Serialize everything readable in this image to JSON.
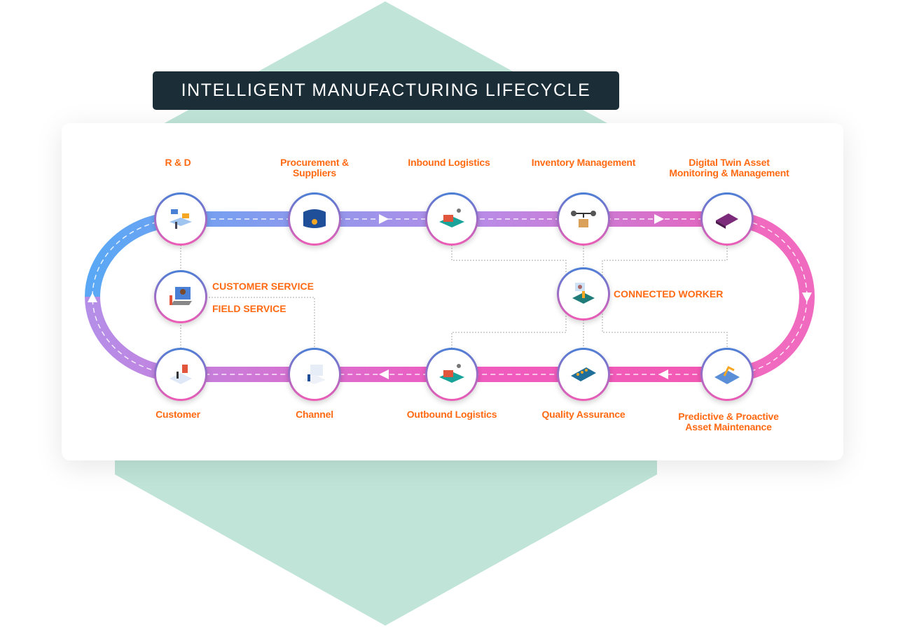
{
  "title": "INTELLIGENT MANUFACTURING LIFECYCLE",
  "colors": {
    "accent": "#ff6a13",
    "title_bg": "#1b2e38",
    "hexagon": "#c0e5d8",
    "track_start": "#5aa8f5",
    "track_mid": "#b98be6",
    "track_end": "#f458b0"
  },
  "nodes": {
    "rnd": {
      "label": "R & D",
      "icon": "research-icon"
    },
    "procurement": {
      "label_1": "Procurement &",
      "label_2": "Suppliers",
      "icon": "procurement-icon"
    },
    "inbound": {
      "label": "Inbound Logistics",
      "icon": "inbound-logistics-icon"
    },
    "inventory": {
      "label": "Inventory Management",
      "icon": "drone-inventory-icon"
    },
    "digital_twin": {
      "label_1": "Digital Twin Asset",
      "label_2": "Monitoring & Management",
      "icon": "digital-twin-icon"
    },
    "service": {
      "label_1": "CUSTOMER SERVICE",
      "label_2": "FIELD SERVICE",
      "icon": "customer-service-icon"
    },
    "connected_worker": {
      "label": "CONNECTED WORKER",
      "icon": "connected-worker-icon"
    },
    "customer": {
      "label": "Customer",
      "icon": "customer-icon"
    },
    "channel": {
      "label": "Channel",
      "icon": "channel-icon"
    },
    "outbound": {
      "label": "Outbound Logistics",
      "icon": "outbound-logistics-icon"
    },
    "quality": {
      "label": "Quality Assurance",
      "icon": "quality-assurance-icon"
    },
    "predictive": {
      "label_1": "Predictive & Proactive",
      "label_2": "Asset Maintenance",
      "icon": "maintenance-robot-icon"
    }
  }
}
